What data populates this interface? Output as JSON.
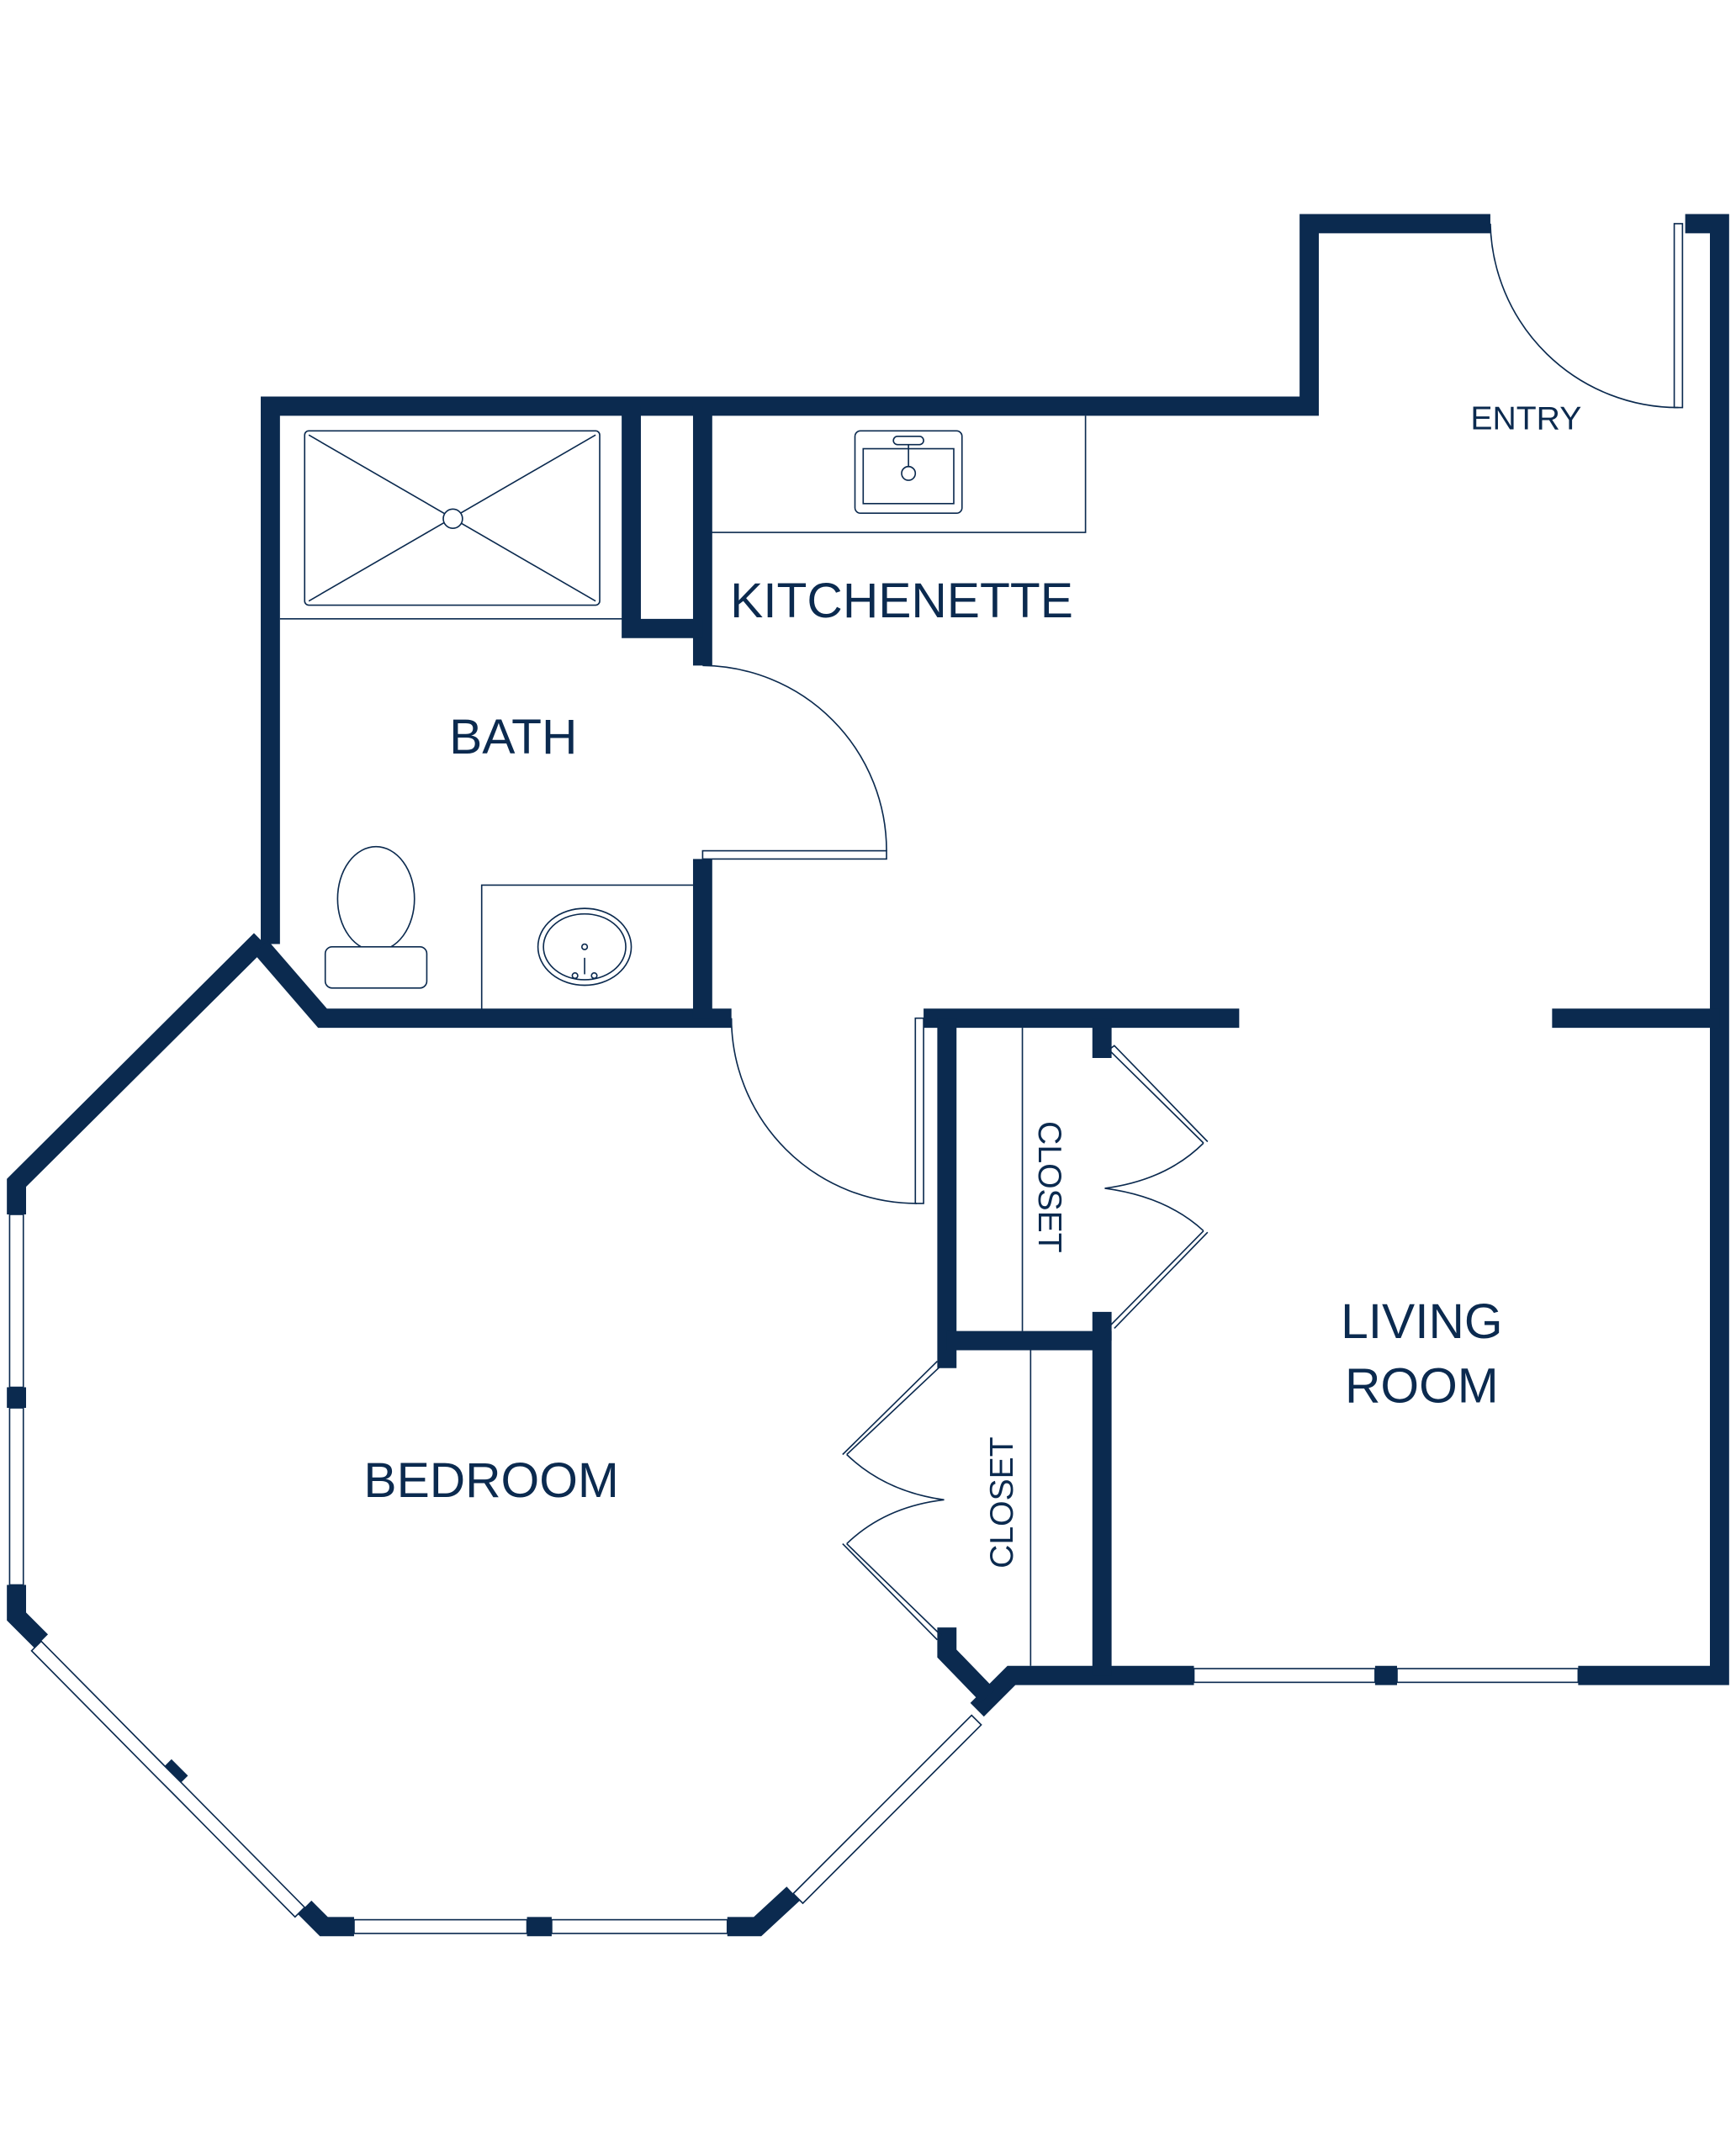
{
  "floorplan": {
    "wall_color": "#0b2a4f",
    "rooms": {
      "kitchenette": "KITCHENETTE",
      "bath": "BATH",
      "entry": "ENTRY",
      "living_line1": "LIVING",
      "living_line2": "ROOM",
      "bedroom": "BEDROOM",
      "closet_living": "CLOSET",
      "closet_bedroom": "CLOSET"
    }
  }
}
